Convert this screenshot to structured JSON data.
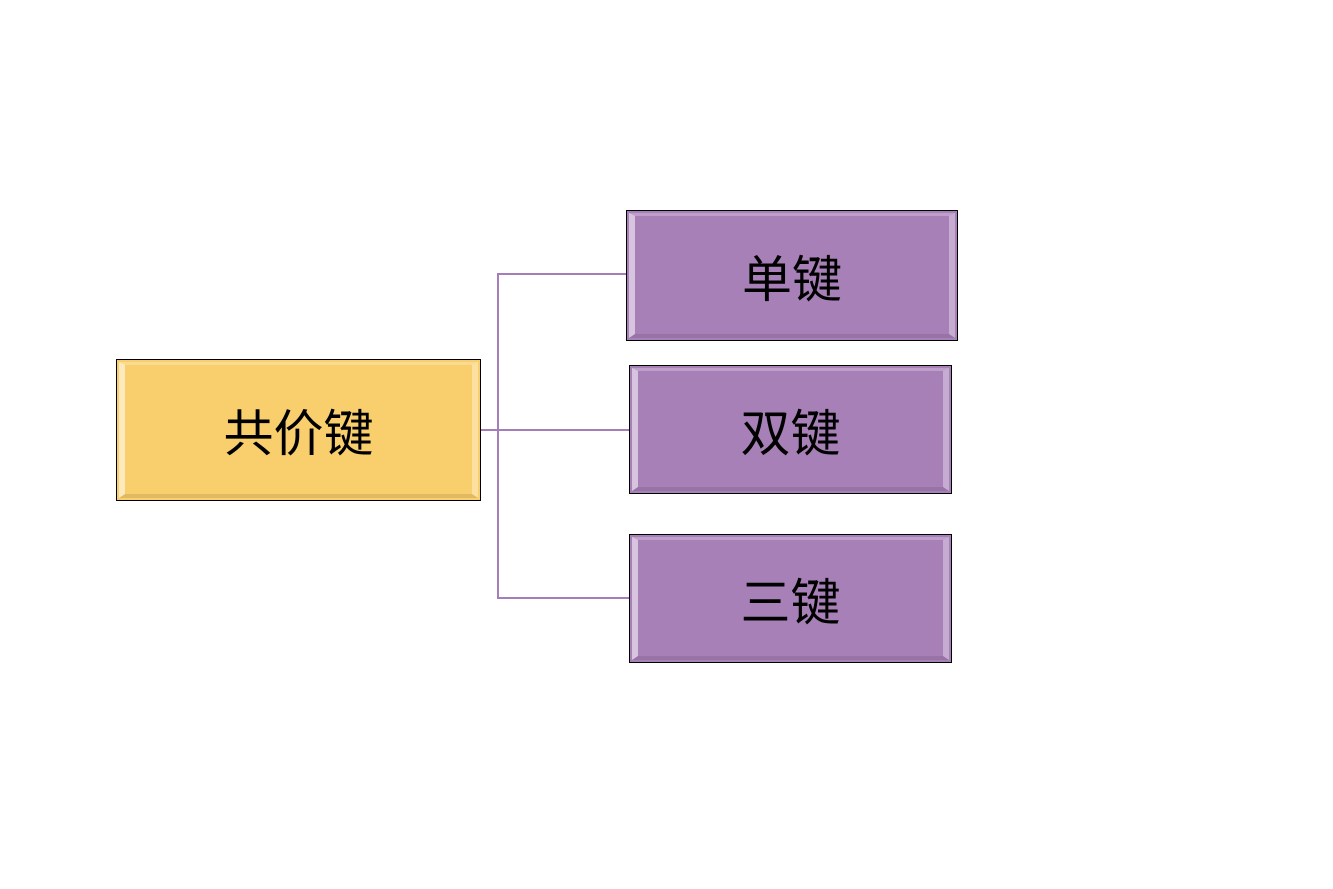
{
  "diagram": {
    "root": {
      "label": "共价键",
      "color": "#f9cf6e"
    },
    "children": [
      {
        "label": "单键",
        "color": "#a880b8"
      },
      {
        "label": "双键",
        "color": "#a880b8"
      },
      {
        "label": "三键",
        "color": "#a880b8"
      }
    ],
    "connector_color": "#a57dba"
  }
}
